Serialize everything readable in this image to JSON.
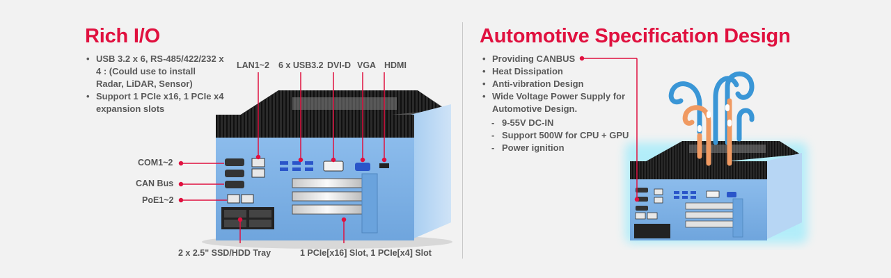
{
  "left": {
    "title": "Rich I/O",
    "bullets": [
      "USB 3.2 x 6, RS-485/422/232 x 4 : (Could use to install Radar, LiDAR, Sensor)",
      "Support 1 PCIe x16, 1 PCIe x4 expansion slots"
    ],
    "top_labels": {
      "lan": "LAN1~2",
      "usb": "6 x USB3.2",
      "dvi": "DVI-D",
      "vga": "VGA",
      "hdmi": "HDMI"
    },
    "side_labels": {
      "com": "COM1~2",
      "can": "CAN Bus",
      "poe": "PoE1~2"
    },
    "bottom_labels": {
      "ssd": "2 x 2.5\" SSD/HDD Tray",
      "pcie": "1 PCIe[x16] Slot, 1 PCIe[x4] Slot"
    }
  },
  "right": {
    "title": "Automotive Specification Design",
    "bullets": [
      "Providing CANBUS",
      "Heat Dissipation",
      "Anti-vibration Design",
      "Wide Voltage Power Supply for Automotive Design."
    ],
    "sub_bullets": [
      "9-55V DC-IN",
      "Support 500W for CPU + GPU",
      "Power ignition"
    ]
  },
  "colors": {
    "accent": "#e0113f",
    "chassis_blue": "#7fb4e6",
    "heatsink": "#1e1e1e",
    "airflow_blue": "#3a96d6",
    "airflow_orange": "#f09a62"
  }
}
